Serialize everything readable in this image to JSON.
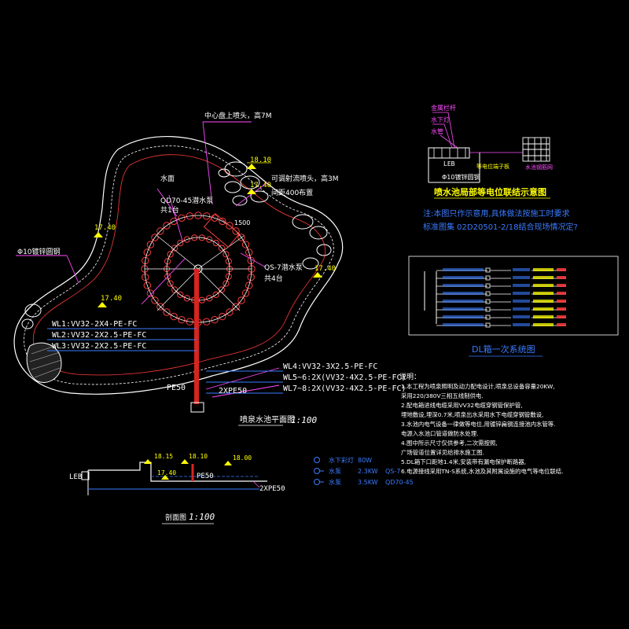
{
  "plan": {
    "title": "喷泉水池平面图",
    "scale": "1:100",
    "center_jet": "中心盘上喷头，高7M",
    "adjustable_jet": "可调射流喷头，高3M",
    "jet_spacing": "间距400布置",
    "water_level": "水面",
    "pump_left": "QD70-45潜水泵",
    "pump_left_count": "共1台",
    "pump_right": "QS-7潜水泵",
    "pump_right_count": "共4台",
    "rebar_label": "Φ10镀锌圆钢",
    "dim": "1500",
    "elevations": [
      "18.10",
      "17.40",
      "17.40",
      "17.40",
      "17.40"
    ],
    "pe_label": "PE50",
    "pipe_label": "2XPE50",
    "circuits_left": [
      "WL1:VV32-2X4-PE-FC",
      "WL2:VV32-2X2.5-PE-FC",
      "WL3:VV32-2X2.5-PE-FC"
    ],
    "circuits_right": [
      "WL4:VV32-3X2.5-PE-FC",
      "WL5~6:2X(VV32-4X2.5-PE-FC)",
      "WL7~8:2X(VV32-4X2.5-PE-FC)"
    ]
  },
  "section": {
    "title": "剖面图",
    "scale": "1:100",
    "leb": "LEB",
    "elev_a": "18.15",
    "elev_b": "18.10",
    "elev_c": "18.00",
    "elev_d": "17.40",
    "pe": "PE50",
    "pipe": "2XPE50"
  },
  "legend": [
    {
      "name": "水下彩灯",
      "power": "80W",
      "model": ""
    },
    {
      "name": "水泵",
      "power": "2.3KW",
      "model": "QS-7"
    },
    {
      "name": "水泵",
      "power": "3.5KW",
      "model": "QD70-45"
    }
  ],
  "bonding": {
    "title": "喷水池局部等电位联结示意图",
    "labels": [
      "金属栏杆",
      "水下灯",
      "水管"
    ],
    "leb": "LEB",
    "rebar": "Φ10镀锌圆钢",
    "mesh_note": "水池钢筋网",
    "conn_note": "等电位端子板"
  },
  "notes_top": {
    "line1": "注:本图只作示意用,具体做法按施工时要求",
    "line2": "标准图集 02D20501-2/18结合现场情况定?"
  },
  "system": {
    "title": "DL箱一次系统图"
  },
  "notes": {
    "heading": "说明：",
    "items": [
      "1.本工程为喷泉照明及动力配电设计,喷泉总设备容量20KW,",
      "  采用220/380V三相五线制供电.",
      "2.配电箱进线电缆采用VV32电缆穿钢管保护管,",
      "  埋地敷设,埋深0.7米,喷泉出水采用水下电缆穿钢管敷设,",
      "3.水池内电气设备一律做等电位,用镀锌扁钢连接池内水管等.",
      "  电源入水池口管道做防水处理.",
      "4.图中所示尺寸仅供参考,二次需按照,",
      "  广场管道位置详见给排水施工图.",
      "5.DL箱下口距地1.4米,安装带有漏电保护断路器,",
      "6.电源接线采用TN-S系统,水池及其附属设施的电气等电位联结."
    ]
  }
}
